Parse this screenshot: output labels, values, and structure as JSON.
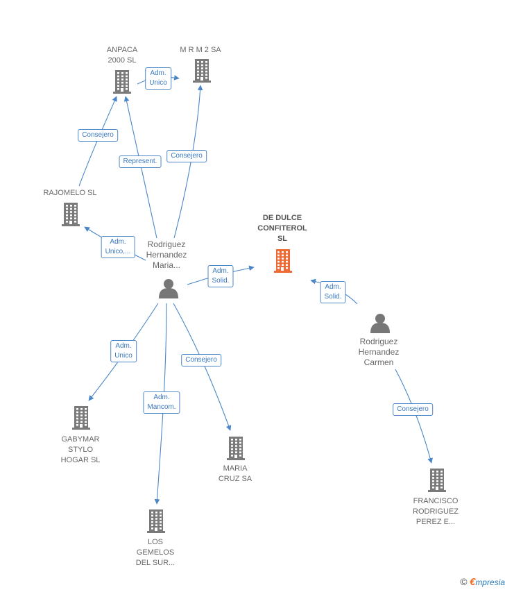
{
  "colors": {
    "edge": "#4a86c8",
    "building": "#7a7a7a",
    "building_highlight": "#f06a36",
    "person": "#777777"
  },
  "nodes": {
    "anpaca": {
      "label": "ANPACA\n2000 SL",
      "icon": "building-icon"
    },
    "mrm2": {
      "label": "M R M 2 SA",
      "icon": "building-icon"
    },
    "rajomelo": {
      "label": "RAJOMELO  SL",
      "icon": "building-icon"
    },
    "dedulce": {
      "label": "DE DULCE\nCONFITEROL\nSL",
      "icon": "building-icon"
    },
    "rodriguez_maria": {
      "label": "Rodriguez\nHernandez\nMaria...",
      "icon": "person-icon"
    },
    "rodriguez_carmen": {
      "label": "Rodriguez\nHernandez\nCarmen",
      "icon": "person-icon"
    },
    "gabymar": {
      "label": "GABYMAR\nSTYLO\nHOGAR  SL",
      "icon": "building-icon"
    },
    "maria_cruz": {
      "label": "MARIA\nCRUZ SA",
      "icon": "building-icon"
    },
    "los_gemelos": {
      "label": "LOS\nGEMELOS\nDEL SUR...",
      "icon": "building-icon"
    },
    "francisco": {
      "label": "FRANCISCO\nRODRIGUEZ\nPEREZ E...",
      "icon": "building-icon"
    }
  },
  "edges": {
    "anpaca_mrm2": "Adm.\nUnico",
    "rajomelo_anpaca": "Consejero",
    "maria_anpaca": "Represent.",
    "maria_mrm2": "Consejero",
    "maria_rajomelo": "Adm.\nUnico,...",
    "maria_dedulce": "Adm.\nSolid.",
    "carmen_dedulce": "Adm.\nSolid.",
    "maria_gabymar": "Adm.\nUnico",
    "maria_gemelos": "Adm.\nMancom.",
    "maria_mariacruz": "Consejero",
    "carmen_francisco": "Consejero"
  },
  "brand": {
    "copyright": "©",
    "e": "€",
    "rest": "mpresia"
  }
}
